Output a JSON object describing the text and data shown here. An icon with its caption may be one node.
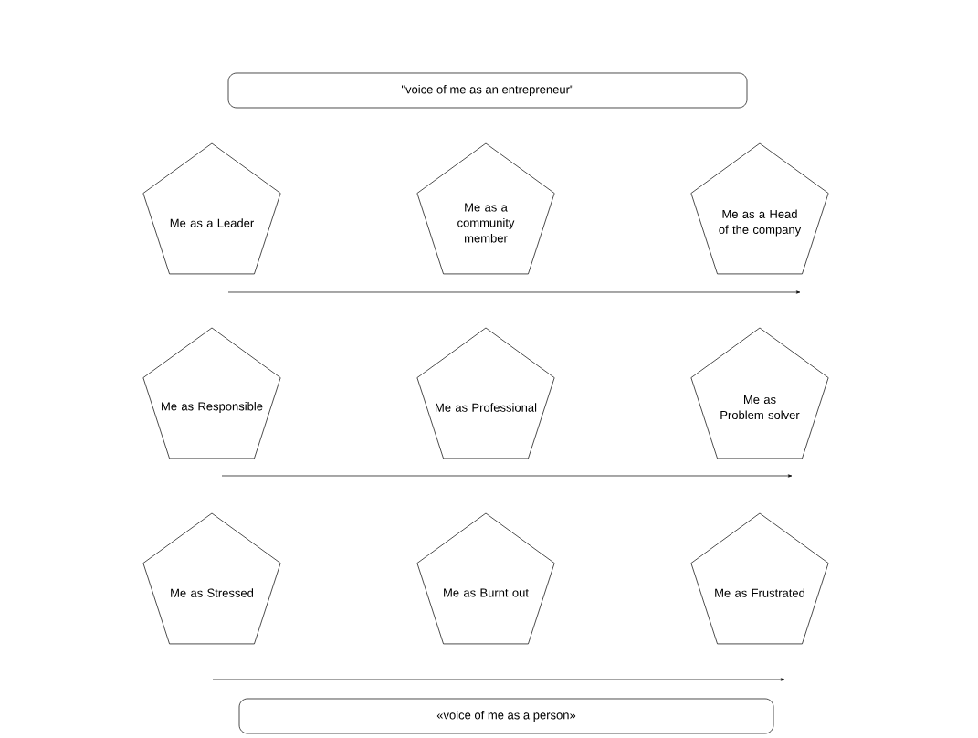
{
  "diagram": {
    "nodes": [
      {
        "text": [
          "\"voice of me as an entrepreneur\""
        ]
      },
      {
        "text": [
          "Me as a Leader"
        ]
      },
      {
        "text": [
          "Me as a community member"
        ]
      },
      {
        "text": [
          "Me as a Head of the company"
        ]
      },
      {
        "text": [
          "Me as Responsible"
        ]
      },
      {
        "text": [
          "Me as Professional"
        ]
      },
      {
        "text": [
          "Me as Problem solver"
        ]
      },
      {
        "text": [
          "Me as Stressed"
        ]
      },
      {
        "text": [
          "Me as Burnt out"
        ]
      },
      {
        "text": [
          "Me as Frustrated"
        ]
      },
      {
        "text": [
          "«voice of me as a person»"
        ]
      }
    ]
  }
}
